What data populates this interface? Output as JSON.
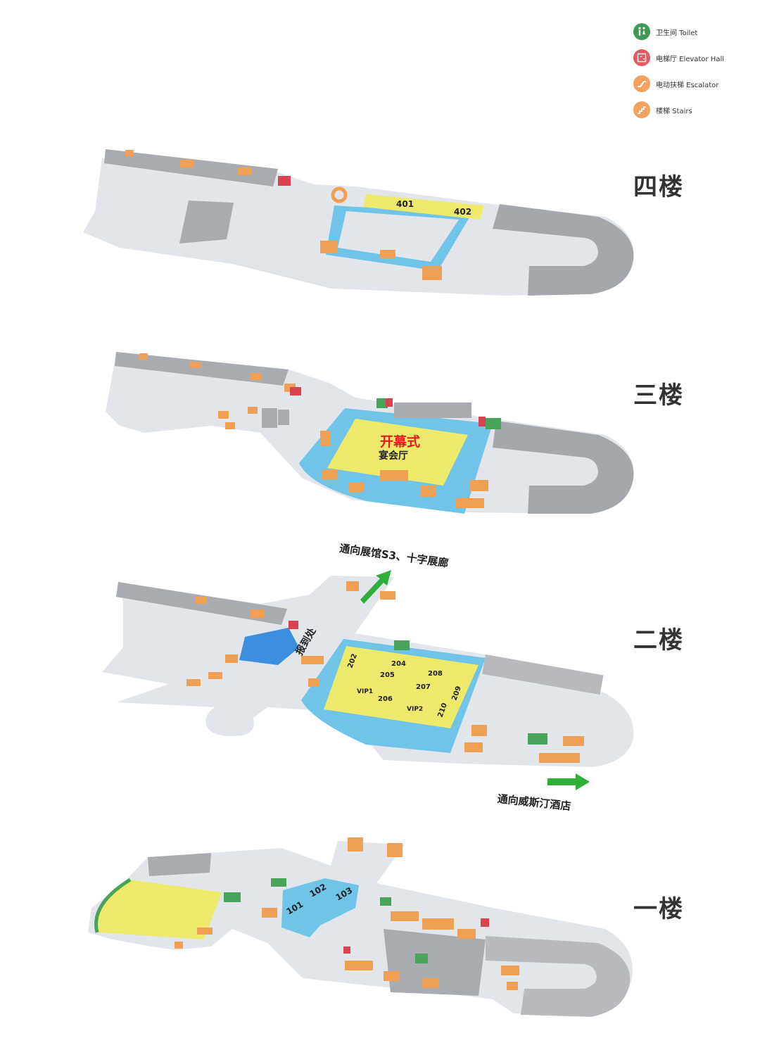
{
  "legend": [
    {
      "icon": "toilet-icon",
      "label": "卫生间 Toilet",
      "color": "#3f9a55"
    },
    {
      "icon": "elevator-icon",
      "label": "电梯厅 Elevator Hall",
      "color": "#e25a63"
    },
    {
      "icon": "escalator-icon",
      "label": "电动扶梯 Escalator",
      "color": "#f3a35d"
    },
    {
      "icon": "stairs-icon",
      "label": "楼梯 Stairs",
      "color": "#f3a35d"
    }
  ],
  "floors": {
    "f4": {
      "label": "四楼",
      "rooms": [
        "401",
        "402"
      ]
    },
    "f3": {
      "label": "三楼",
      "hall_title": "开幕式",
      "hall_subtitle": "宴会厅"
    },
    "f2": {
      "label": "二楼",
      "registration": "报到处",
      "rooms": [
        "202",
        "204",
        "205",
        "206",
        "207",
        "208",
        "209",
        "210",
        "VIP1",
        "VIP2"
      ]
    },
    "f1": {
      "label": "一楼",
      "rooms": [
        "101",
        "102",
        "103"
      ]
    }
  },
  "directions": {
    "to_exhibition": "通向展馆S3、十字展廊",
    "to_hotel": "通向威斯汀酒店"
  },
  "colors": {
    "floor_base": "#e2e6ea",
    "block_gray": "#a6a9ad",
    "atrium_blue": "#6fc4e8",
    "hall_yellow": "#ede96a",
    "stairs_orange": "#f0a055",
    "toilet_green": "#4aa35a",
    "elevator_red": "#d9434f",
    "arrow_green": "#2fae3a"
  }
}
